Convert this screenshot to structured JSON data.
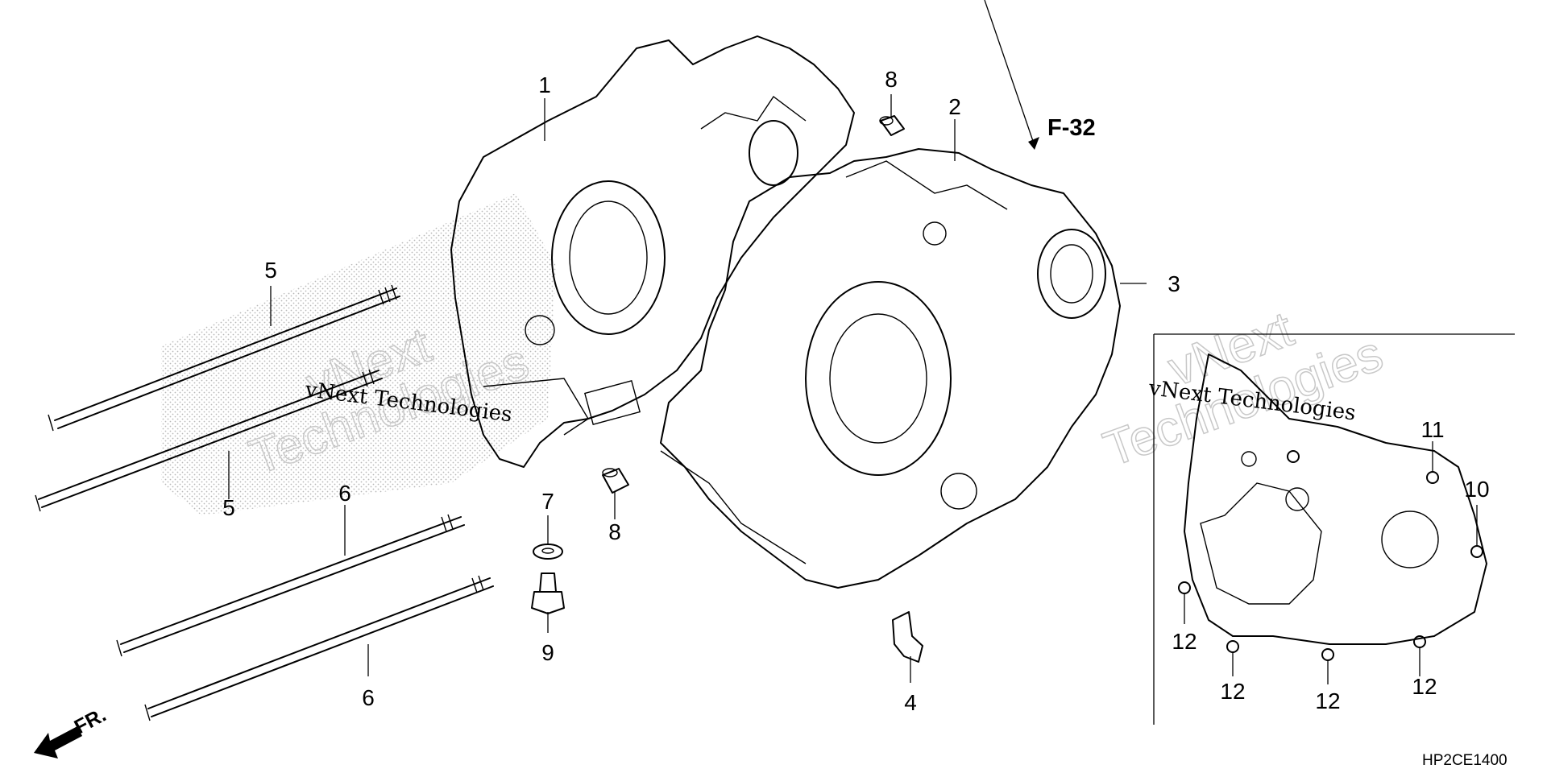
{
  "diagram": {
    "ref_label": "F-32",
    "front_label": "FR.",
    "drawing_code": "HP2CE1400",
    "watermark_text": "vNext Technologies",
    "watermark_big_1": "vNext",
    "watermark_big_2": "Technologies",
    "callouts": {
      "c1": "1",
      "c2": "2",
      "c3": "3",
      "c4": "4",
      "c5a": "5",
      "c5b": "5",
      "c6a": "6",
      "c6b": "6",
      "c7": "7",
      "c8a": "8",
      "c8b": "8",
      "c9": "9",
      "c10": "10",
      "c11": "11",
      "c12a": "12",
      "c12b": "12",
      "c12c": "12",
      "c12d": "12"
    }
  }
}
